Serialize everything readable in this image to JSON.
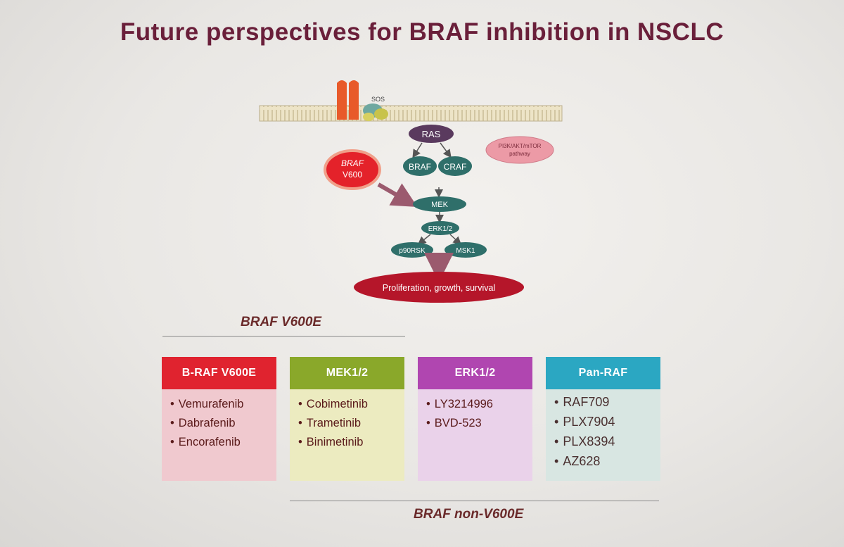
{
  "title": "Future perspectives for BRAF inhibition in NSCLC",
  "pathway": {
    "sos": "SOS",
    "ras": "RAS",
    "braf": "BRAF",
    "craf": "CRAF",
    "braf_v600_line1": "BRAF",
    "braf_v600_line2": "V600",
    "pi3k_line1": "PI3K/AKT/mTOR",
    "pi3k_line2": "pathway",
    "mek": "MEK",
    "erk": "ERK1/2",
    "p90rsk": "p90RSK",
    "msk1": "MSK1",
    "outcome": "Proliferation, growth, survival"
  },
  "sections": {
    "v600e": "BRAF V600E",
    "non_v600e": "BRAF non-V600E"
  },
  "boxes": [
    {
      "header": "B-RAF V600E",
      "items": [
        "Vemurafenib",
        "Dabrafenib",
        "Encorafenib"
      ],
      "color": "#e0232f"
    },
    {
      "header": "MEK1/2",
      "items": [
        "Cobimetinib",
        "Trametinib",
        "Binimetinib"
      ],
      "color": "#8aa82a"
    },
    {
      "header": "ERK1/2",
      "items": [
        "LY3214996",
        "BVD-523"
      ],
      "color": "#b046b0"
    },
    {
      "header": "Pan-RAF",
      "items": [
        "RAF709",
        "PLX7904",
        "PLX8394",
        "AZ628"
      ],
      "color": "#2ba7c2"
    }
  ]
}
